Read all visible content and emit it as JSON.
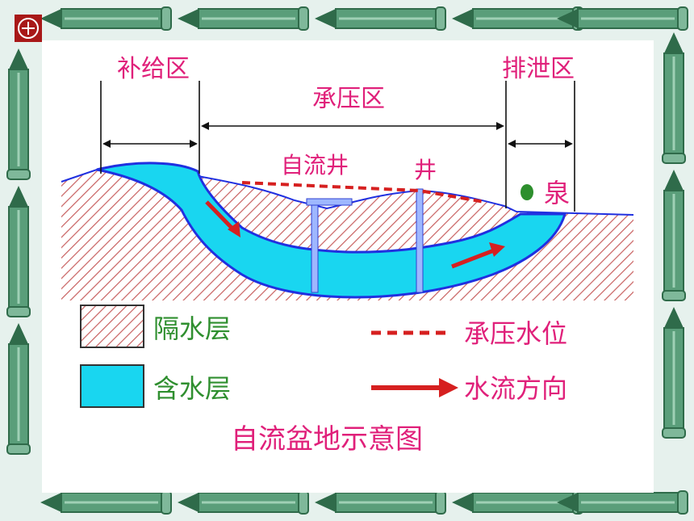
{
  "diagram": {
    "zones": {
      "recharge": "补给区",
      "confined": "承压区",
      "discharge": "排泄区"
    },
    "features": {
      "artesian_well": "自流井",
      "well": "井",
      "spring": "泉"
    },
    "legend": {
      "aquiclude": "隔水层",
      "aquifer": "含水层",
      "pressure_level": "承压水位",
      "flow_direction": "水流方向"
    },
    "caption": "自流盆地示意图"
  },
  "colors": {
    "border_pencil": "#5a9e7a",
    "pencil_tip": "#2f6b4a",
    "hatch": "#c86060",
    "aquifer_fill": "#19d6f0",
    "aquifer_edge": "#2030e0",
    "pressure_line": "#d62020",
    "flow_arrow": "#d62020",
    "label_pink": "#e0207a",
    "label_green": "#2f8f2f",
    "caption_pink": "#e0207a",
    "badge_red": "#a81818"
  },
  "icons": {
    "corner_badge": "seal-badge-icon",
    "frame_decor": "pencil-icon"
  }
}
